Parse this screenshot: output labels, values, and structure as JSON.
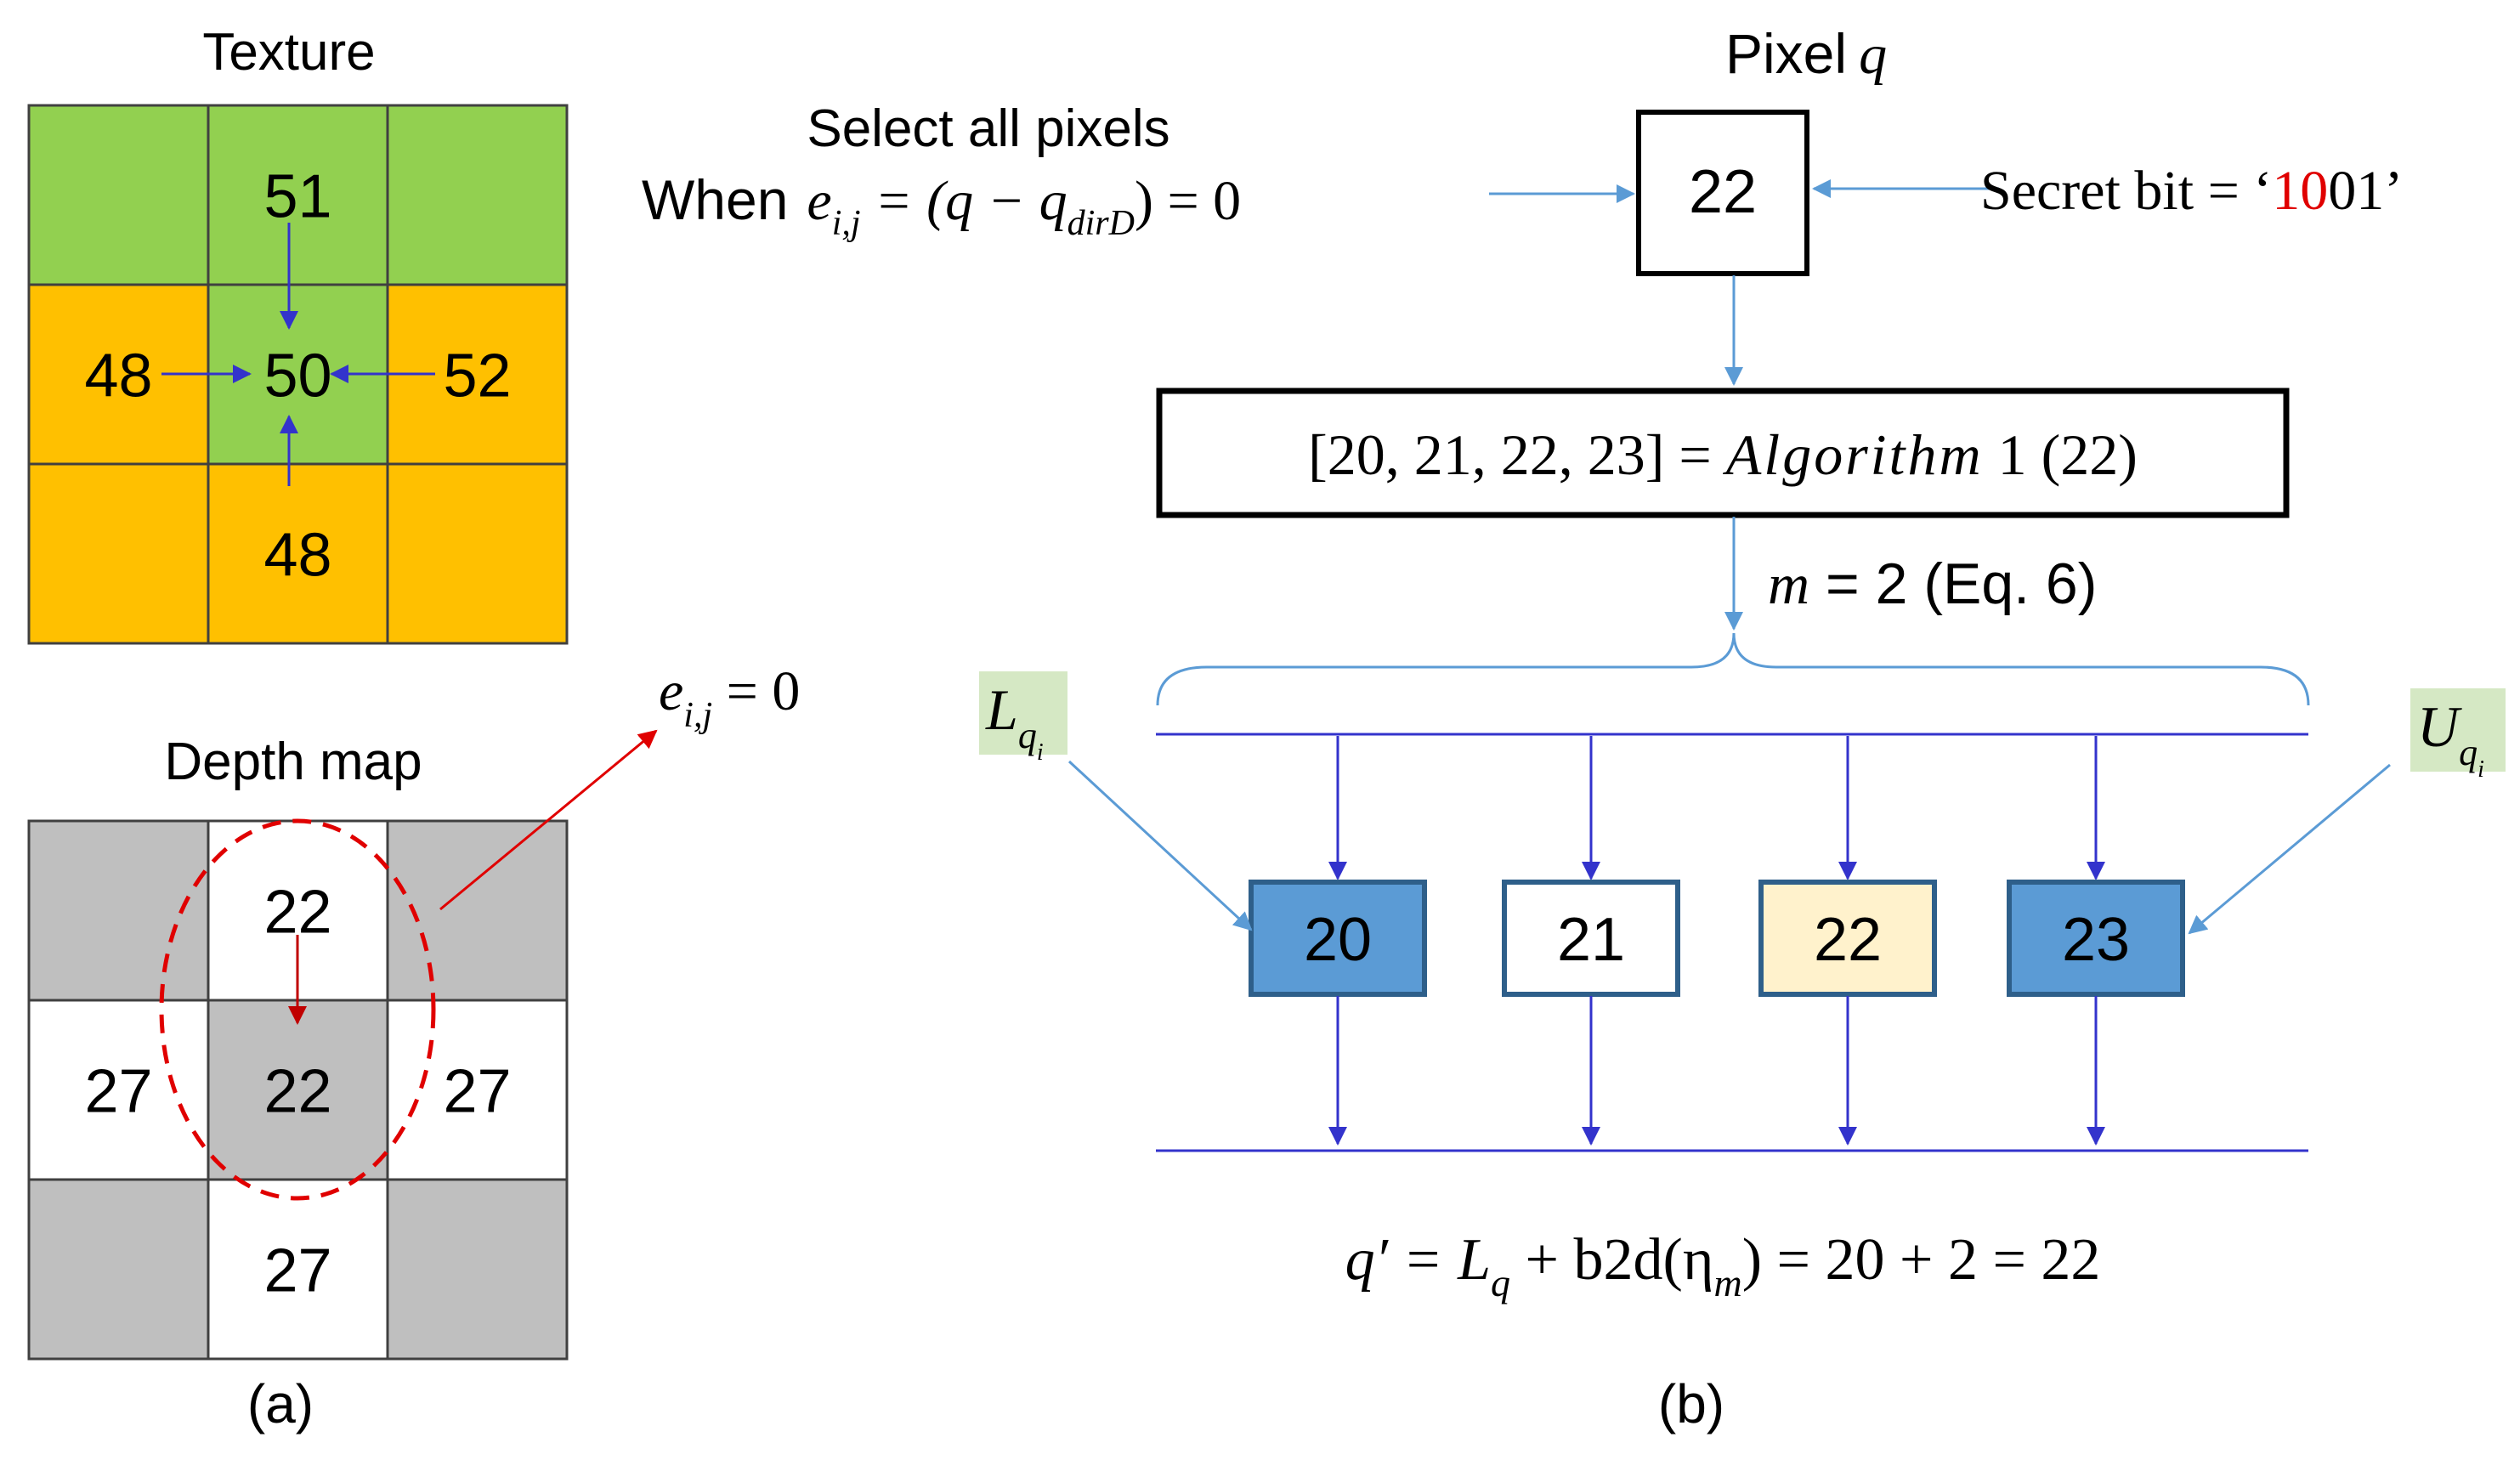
{
  "panel_a": {
    "texture_title": "Texture",
    "texture_grid": [
      "",
      "51",
      "",
      "48",
      "50",
      "52",
      "",
      "48",
      ""
    ],
    "texture_fill": [
      "#92d050",
      "#92d050",
      "#92d050",
      "#ffc000",
      "#92d050",
      "#ffc000",
      "#ffc000",
      "#ffc000",
      "#ffc000"
    ],
    "depth_title": "Depth map",
    "depth_grid": [
      "",
      "22",
      "",
      "27",
      "22",
      "27",
      "",
      "27",
      ""
    ],
    "depth_fill": [
      "#bfbfbf",
      "#ffffff",
      "#bfbfbf",
      "#ffffff",
      "#bfbfbf",
      "#ffffff",
      "#bfbfbf",
      "#ffffff",
      "#bfbfbf"
    ],
    "error_label_e": "e",
    "error_label_sub": "i,j",
    "error_label_rest": " = 0",
    "caption": "(a)"
  },
  "panel_b": {
    "pixel_label": "Pixel",
    "pixel_var": "q",
    "pixel_value": "22",
    "select_line1": "Select all pixels",
    "select_when": "When",
    "select_e": "e",
    "select_e_sub": "i,j",
    "select_eq_a": " = (q − q",
    "select_eq_sub": "dirD",
    "select_eq_b": ") = 0",
    "secret_prefix": "Secret bit = ‘",
    "secret_red": "10",
    "secret_black": "01",
    "secret_suffix": "’",
    "algo_list": "[20, 21, 22, 23] = ",
    "algo_name": "Algorithm",
    "algo_args": " 1 (22)",
    "m_var": "m",
    "m_rest": " = 2 (Eq. 6)",
    "lower_label": "L",
    "lower_sub": "q",
    "lower_subsub": "i",
    "upper_label": "U",
    "upper_sub": "q",
    "upper_subsub": "i",
    "candidates": [
      "20",
      "21",
      "22",
      "23"
    ],
    "candidate_fill": [
      "#5b9bd5",
      "#ffffff",
      "#fff2cc",
      "#5b9bd5"
    ],
    "formula_q": "q′ = L",
    "formula_q_sub": "q",
    "formula_mid": " + b2d(η",
    "formula_mid_sub": "m",
    "formula_end": ") = 20 + 2 = 22",
    "caption": "(b)"
  },
  "colors": {
    "texture_green": "#92d050",
    "texture_orange": "#ffc000",
    "depth_gray": "#bfbfbf",
    "arrow_blue_dark": "#3333cc",
    "arrow_blue_light": "#5b9bd5",
    "highlight_red": "#e00000",
    "label_green_bg": "#d5e8c4"
  }
}
